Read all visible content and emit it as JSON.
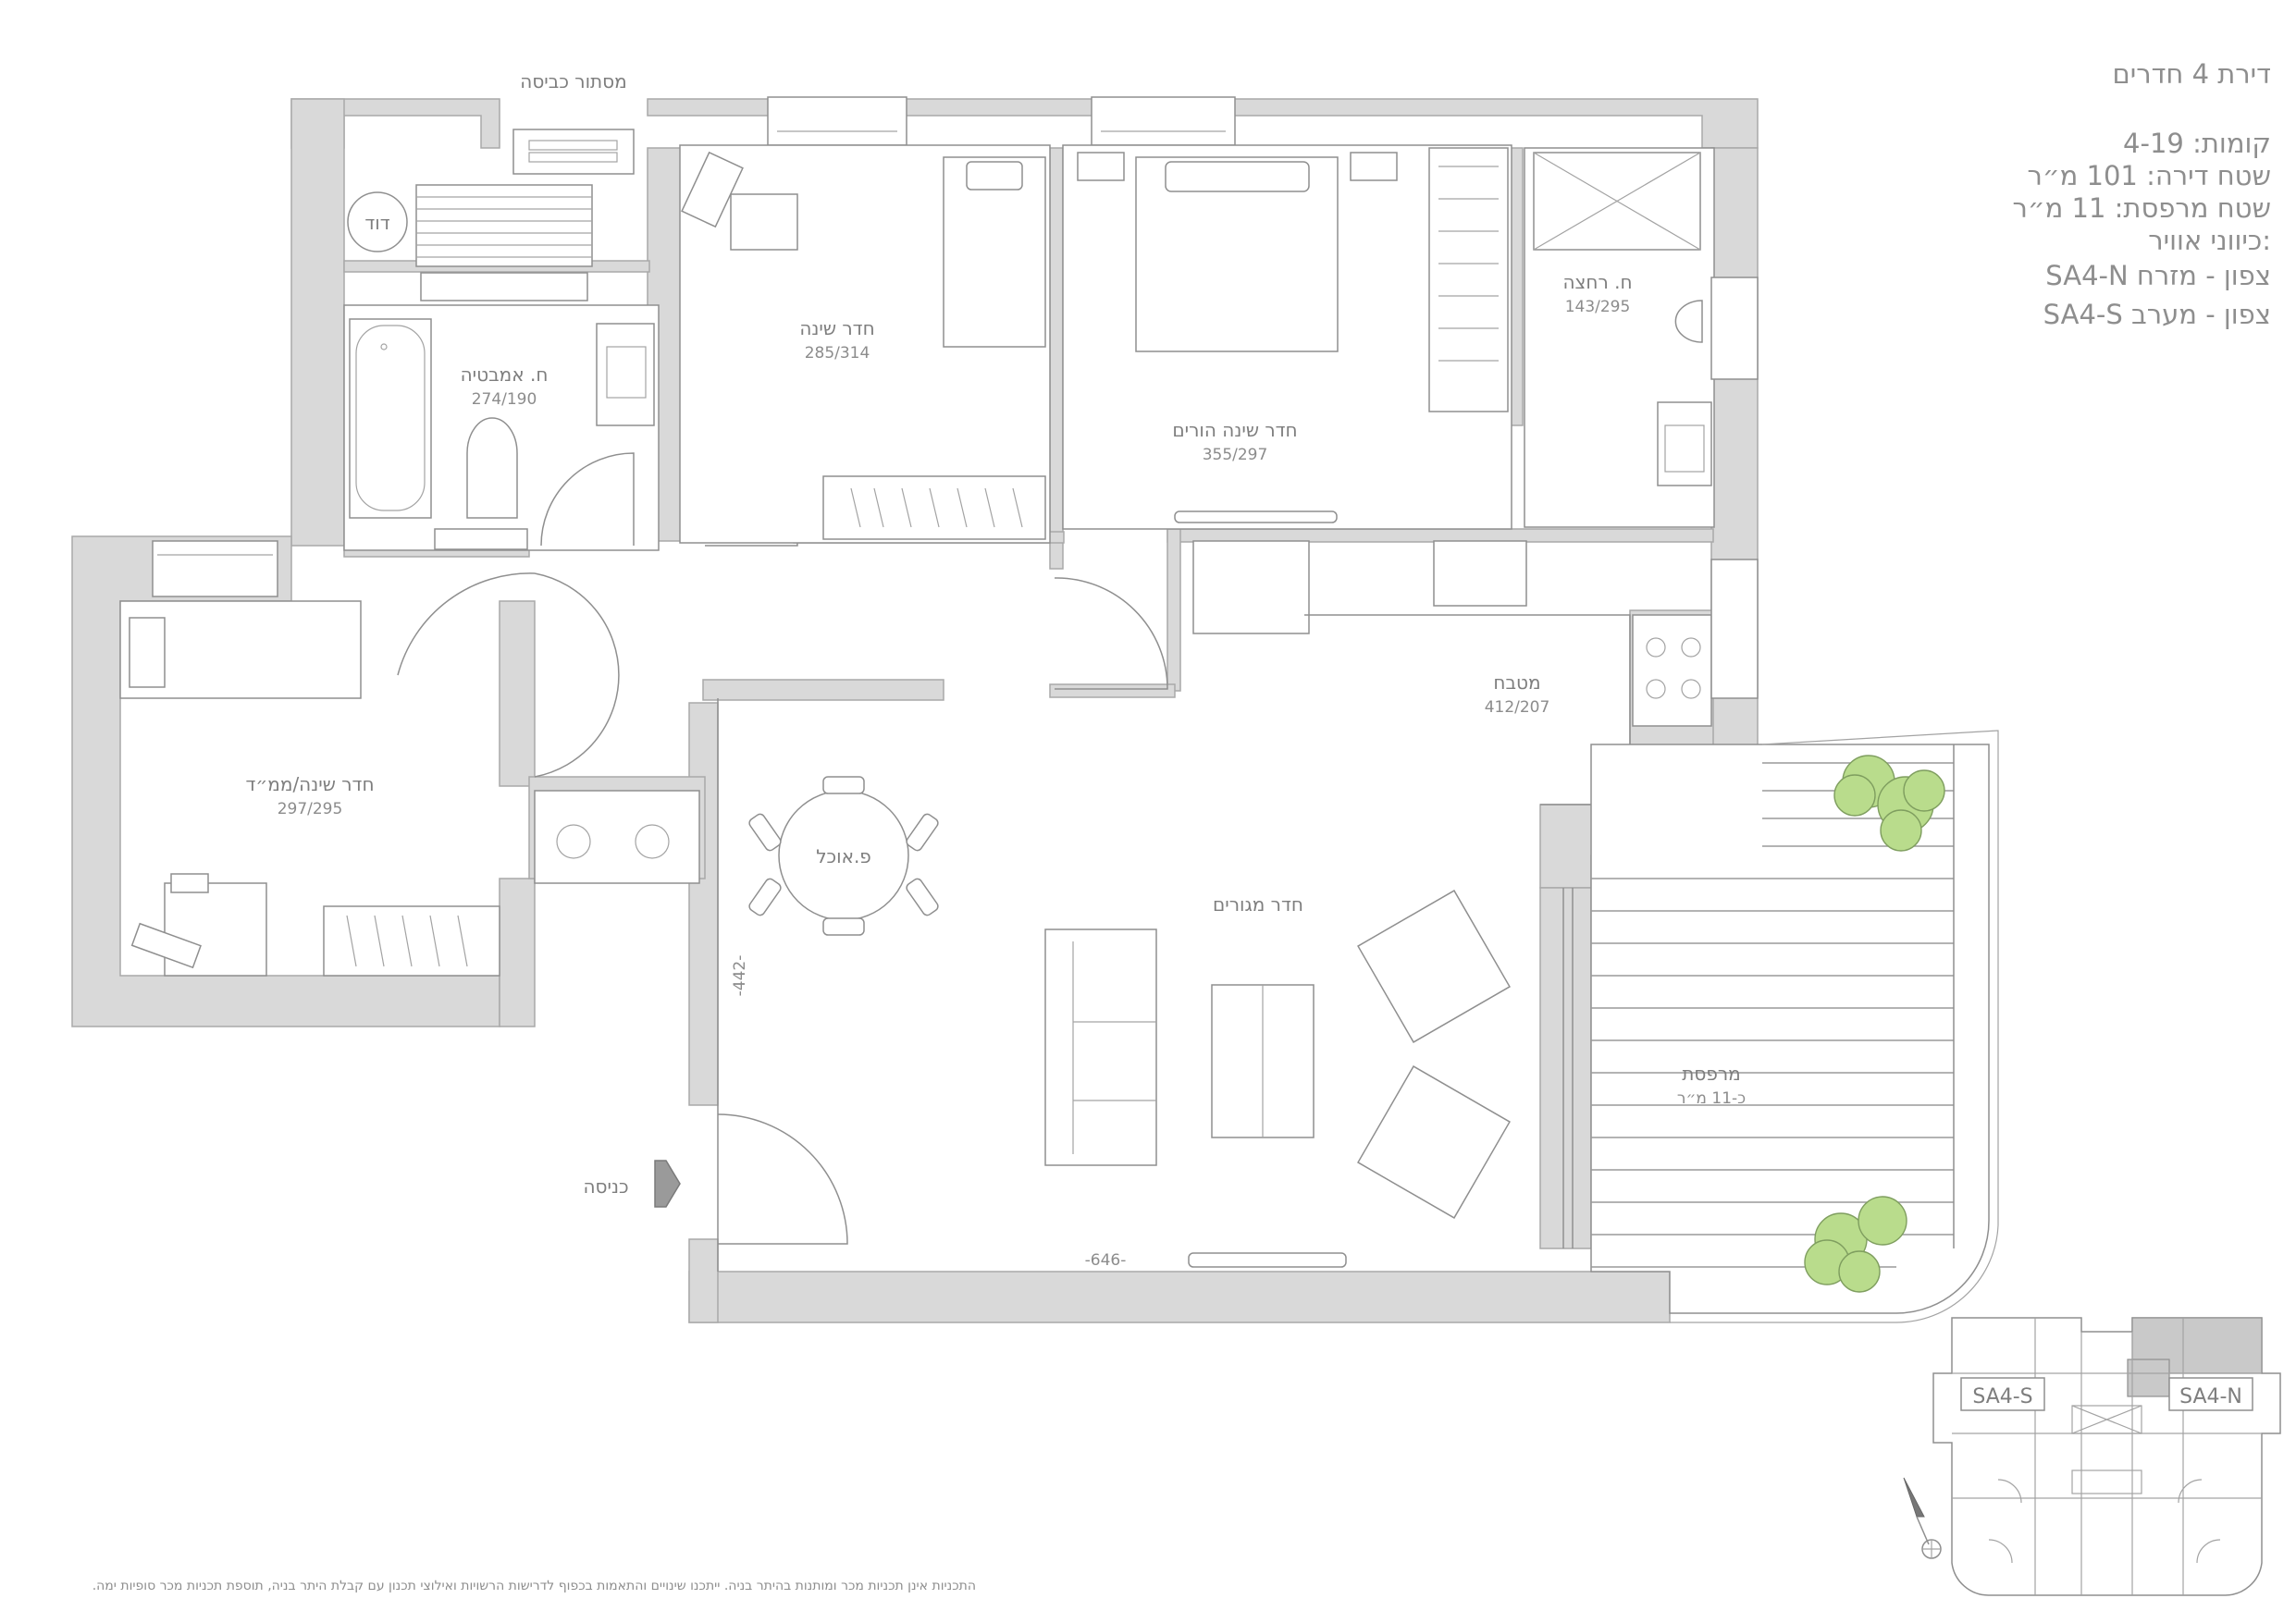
{
  "header": {
    "title": "דירת 4 חדרים",
    "lines": [
      "קומות: 4-19",
      "שטח דירה: 101 מ״ר",
      "שטח מרפסת: 11 מ״ר",
      "כיווני אוויר:",
      "SA4-N צפון - מזרח",
      "SA4-S צפון - מערב"
    ]
  },
  "rooms": {
    "storage": "מסתור כביסה",
    "boiler": "דוד",
    "bath": {
      "name": "ח. אמבטיה",
      "size": "274/190"
    },
    "bedroom": {
      "name": "חדר שינה",
      "size": "285/314"
    },
    "master": {
      "name": "חדר שינה הורים",
      "size": "355/297"
    },
    "shower": {
      "name": "ח. רחצה",
      "size": "143/295"
    },
    "kitchen": {
      "name": "מטבח",
      "size": "412/207"
    },
    "safe_room": {
      "name": "חדר שינה/ממ״ד",
      "size": "297/295"
    },
    "dining": "פ.אוכל",
    "living": "חדר מגורים",
    "balcony": {
      "name": "מרפסת",
      "size": "כ-11 מ״ר"
    },
    "entrance": "כניסה"
  },
  "dimensions": {
    "vertical": "-442-",
    "horizontal": "-646-"
  },
  "keyplan": {
    "unit_left": "SA4-S",
    "unit_right": "SA4-N"
  },
  "colors": {
    "wall": "#d9d9d9",
    "line": "#8f8f8f",
    "tree": "#b9dc8c",
    "highlight": "#c9c9c9"
  },
  "icons": [
    "entrance-arrow-icon",
    "north-arrow-icon",
    "tree-icon"
  ],
  "disclaimer": "התכניות אינן תכניות מכר ומותנות בהיתר בניה. ייתכנו שינויים והתאמות בכפוף לדרישות הרשויות ואילוצי תכנון עם קבלת היתר בניה, תוספת תכניות מכר סופיות ימה."
}
